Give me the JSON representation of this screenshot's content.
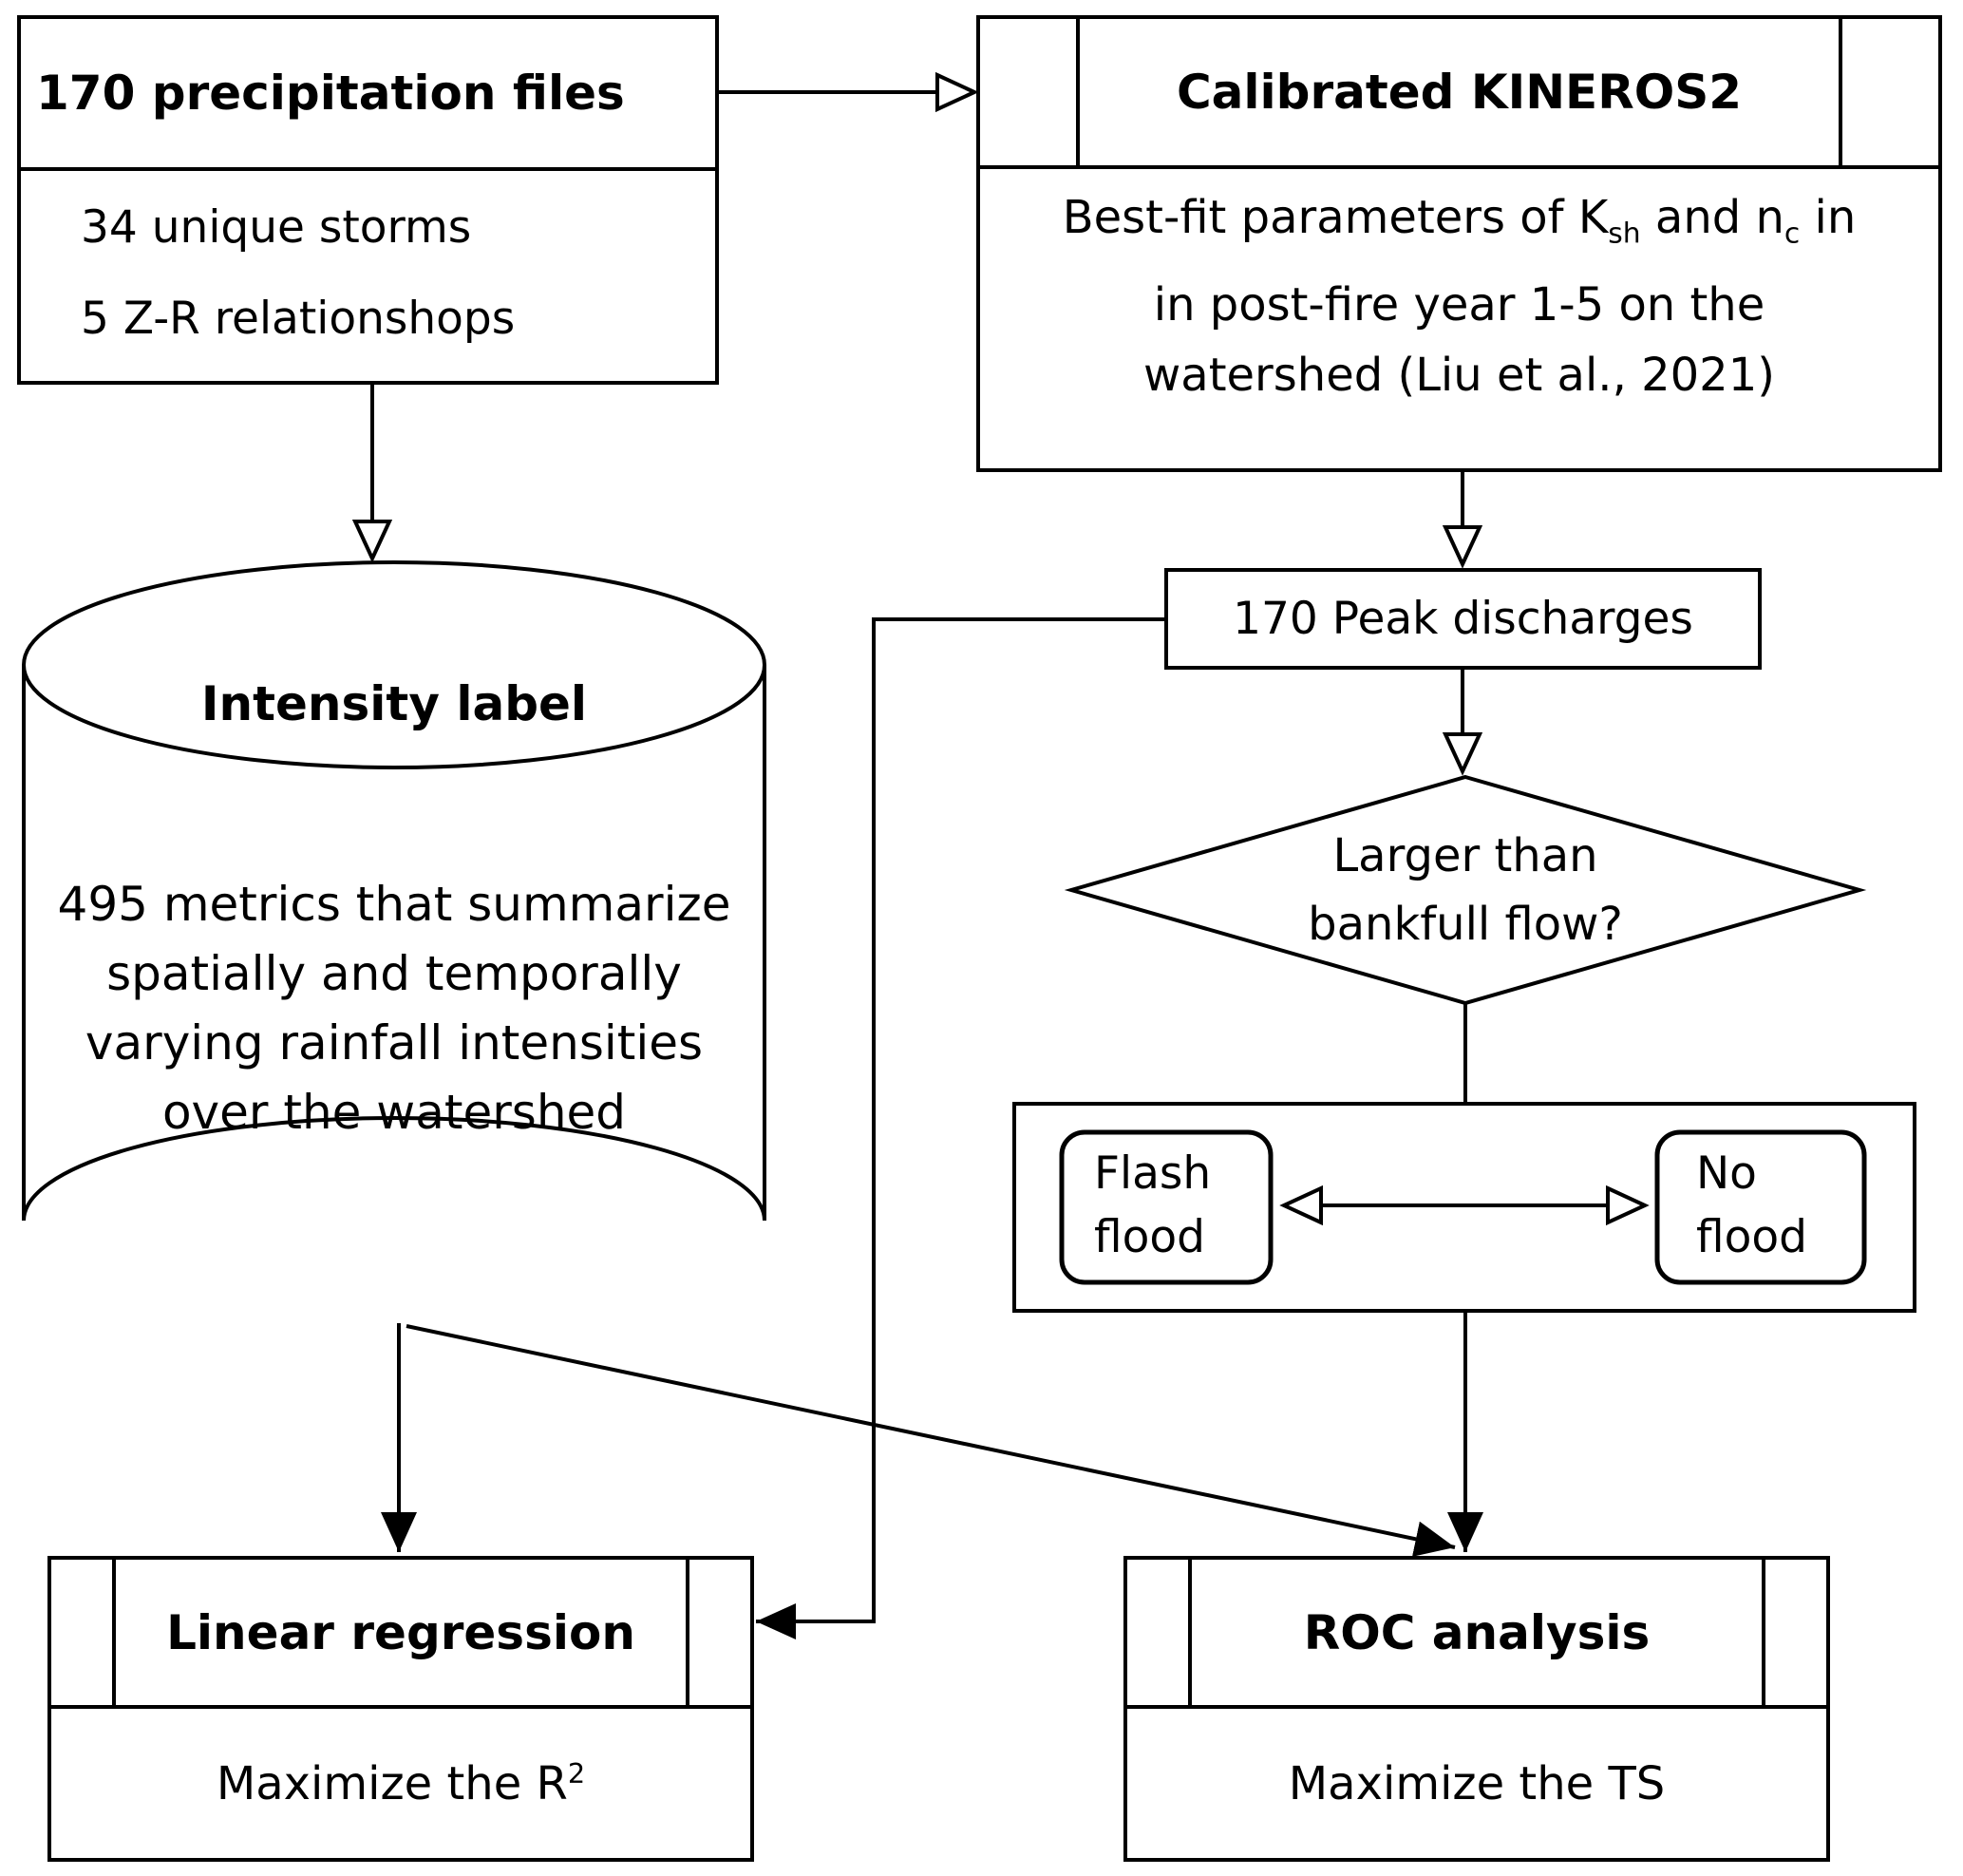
{
  "precip": {
    "title": "170 precipitation files",
    "lines": [
      "34 unique storms",
      "5 Z-R relationshops"
    ]
  },
  "kineros": {
    "title": "Calibrated KINEROS2",
    "line1": {
      "t1": "Best-fit parameters of K",
      "sub1": "sh",
      "t2": " and n",
      "sub2": "c",
      "t3": " in"
    },
    "line2": "in post-fire year 1-5 on the",
    "line3": "watershed (Liu et al., 2021)"
  },
  "intensity": {
    "title": "Intensity label",
    "lines": [
      "495 metrics that summarize",
      "spatially and temporally",
      "varying rainfall intensities",
      "over the watershed"
    ]
  },
  "peak": {
    "label": "170 Peak discharges"
  },
  "decision": {
    "lines": [
      "Larger than",
      "bankfull flow?"
    ]
  },
  "outcomes": {
    "flash": {
      "lines": [
        "Flash",
        "flood"
      ]
    },
    "no": {
      "lines": [
        "No",
        "flood"
      ]
    }
  },
  "linear": {
    "title": "Linear regression",
    "body_text": "Maximize the R",
    "body_sup": "2"
  },
  "roc": {
    "title": "ROC analysis",
    "body": "Maximize the TS"
  },
  "colors": {
    "stroke": "#000000",
    "background": "#ffffff"
  }
}
